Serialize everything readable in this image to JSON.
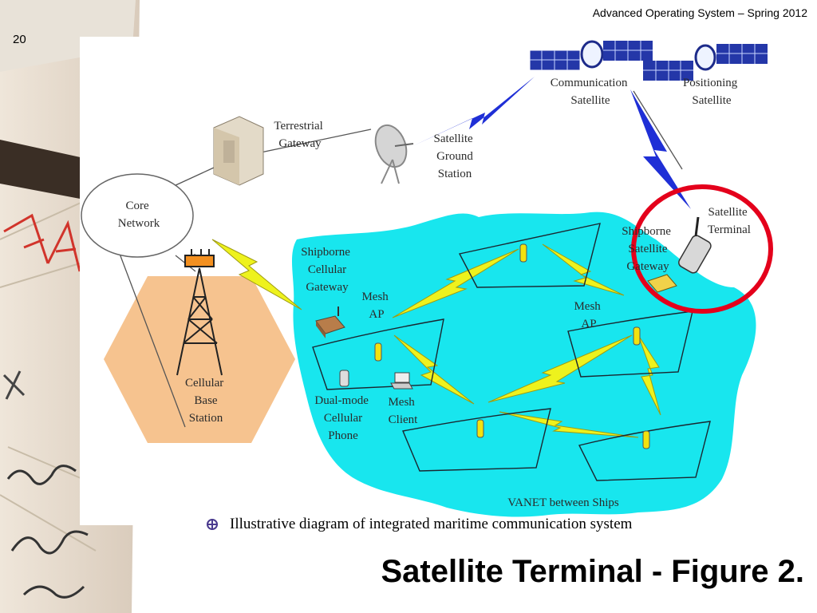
{
  "header": {
    "course": "Advanced Operating System – Spring 2012",
    "slide_number": "20"
  },
  "diagram": {
    "nodes": {
      "communication_satellite": "Communication Satellite",
      "positioning_satellite": "Positioning Satellite",
      "terrestrial_gateway": "Terrestrial Gateway",
      "satellite_ground_station": "Satellite Ground Station",
      "core_network": "Core Network",
      "shipborne_cellular_gateway": "Shipborne Cellular Gateway",
      "shipborne_satellite_gateway": "Shipborne Satellite Gateway",
      "satellite_terminal": "Satellite Terminal",
      "mesh_ap_left": "Mesh AP",
      "mesh_ap_right": "Mesh AP",
      "cellular_base_station": "Cellular Base Station",
      "dual_mode_phone": "Dual-mode Cellular Phone",
      "mesh_client": "Mesh Client",
      "vanet": "VANET between Ships"
    },
    "colors": {
      "sea": "#18e6ee",
      "hexagon": "#f6c38f",
      "highlight": "#e4001b",
      "lightning": "#eef21d",
      "satellite_link": "#1f2fd6"
    }
  },
  "caption": "Illustrative diagram of integrated maritime communication system",
  "title": "Satellite Terminal - Figure 2."
}
